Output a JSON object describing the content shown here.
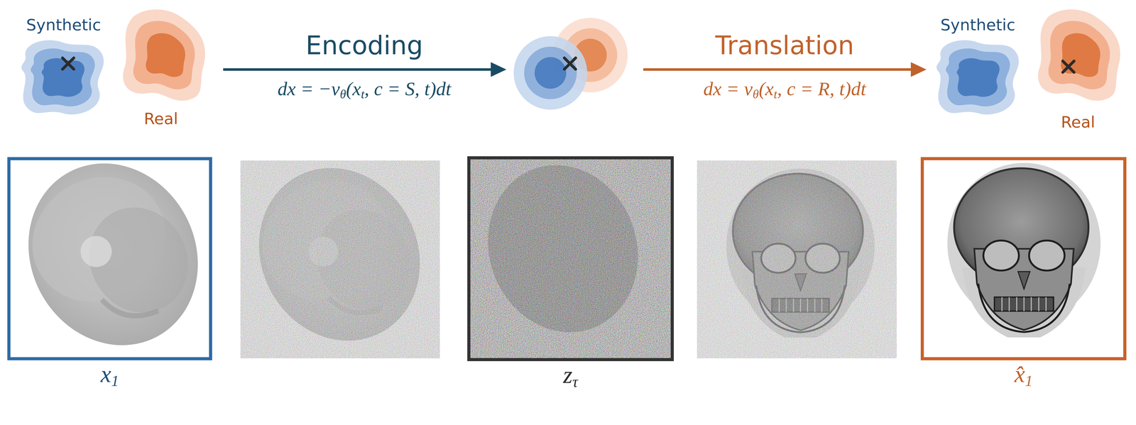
{
  "diagram": {
    "nodes": [
      {
        "text": [
          "x1"
        ]
      },
      {
        "text": [
          "zτ"
        ]
      },
      {
        "text": [
          "x̂1"
        ]
      }
    ],
    "labels": [
      "Synthetic",
      "Real",
      "Encoding",
      "dx = −vθ(xt, c = S, t)dt",
      "Translation",
      "dx = vθ(xt, c = R, t)dt",
      "Synthetic",
      "Real"
    ]
  }
}
